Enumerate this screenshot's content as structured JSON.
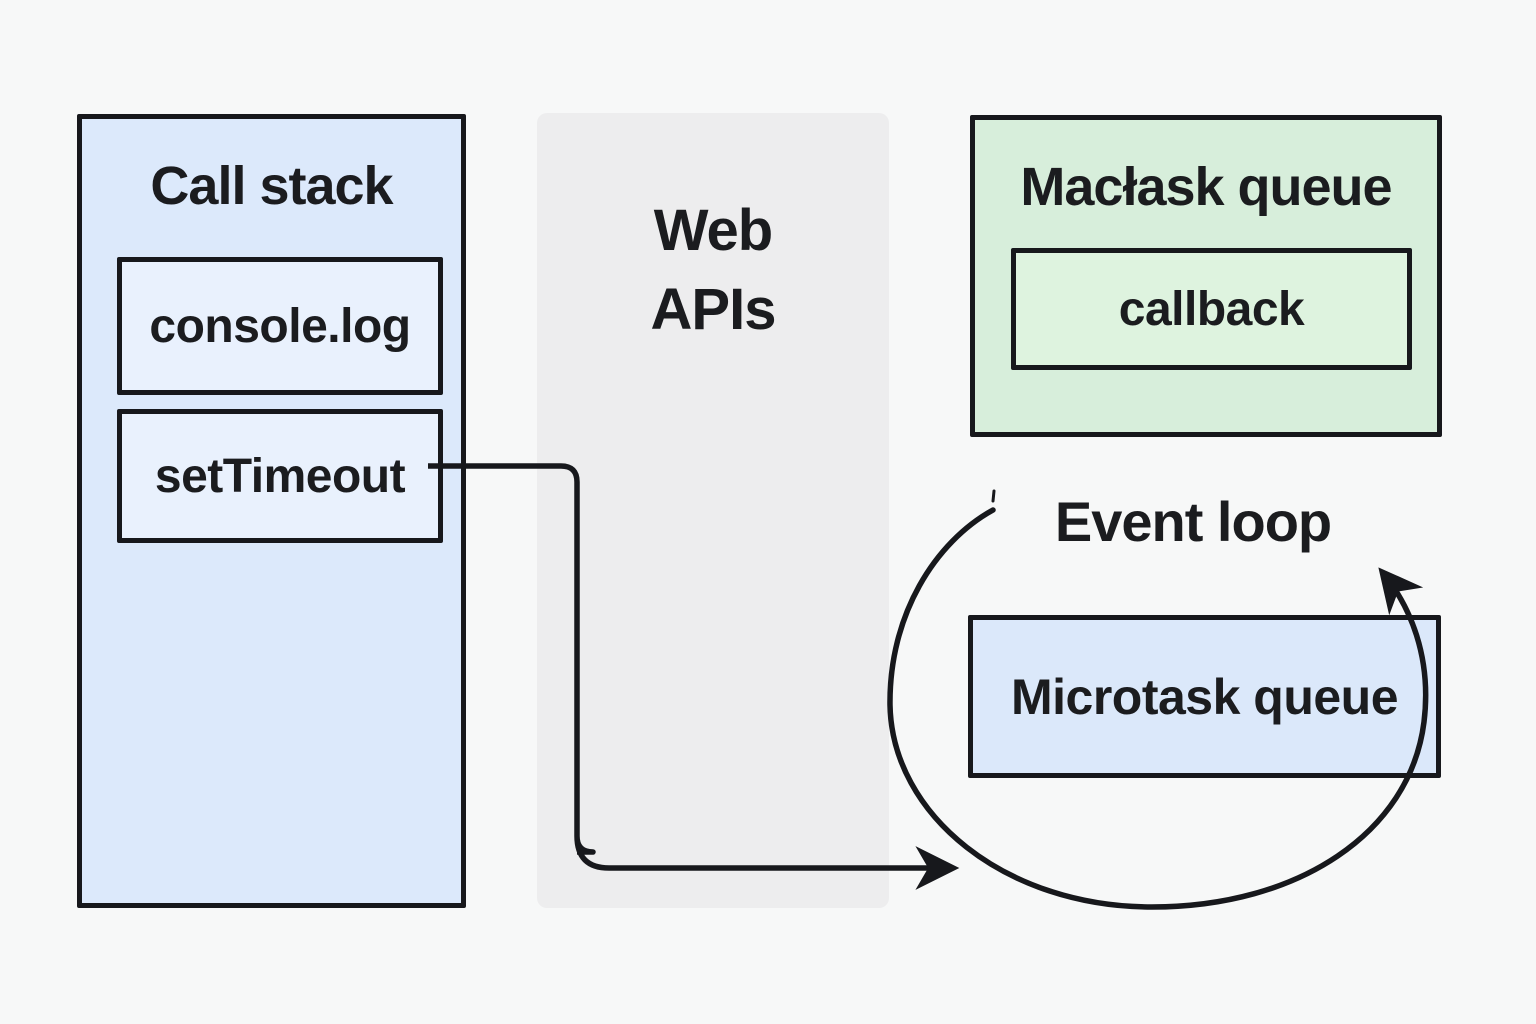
{
  "call_stack": {
    "title": "Call stack",
    "frames": [
      "console.log",
      "setTimeout"
    ]
  },
  "web_apis": {
    "lines": [
      "Web",
      "APIs"
    ]
  },
  "macrotask_queue": {
    "title": "Macłask queue",
    "items": [
      "callback"
    ]
  },
  "event_loop": {
    "label": "Event loop"
  },
  "microtask_queue": {
    "label": "Microtask queue"
  },
  "colors": {
    "background": "#f7f8f8",
    "stroke": "#17181c",
    "call_stack_fill": "#dce9fb",
    "frame_fill": "#e9f1fd",
    "web_apis_fill": "#ededee",
    "macrotask_fill": "#d7eedb",
    "callback_fill": "#def3df",
    "microtask_fill": "#dbe8fa"
  }
}
